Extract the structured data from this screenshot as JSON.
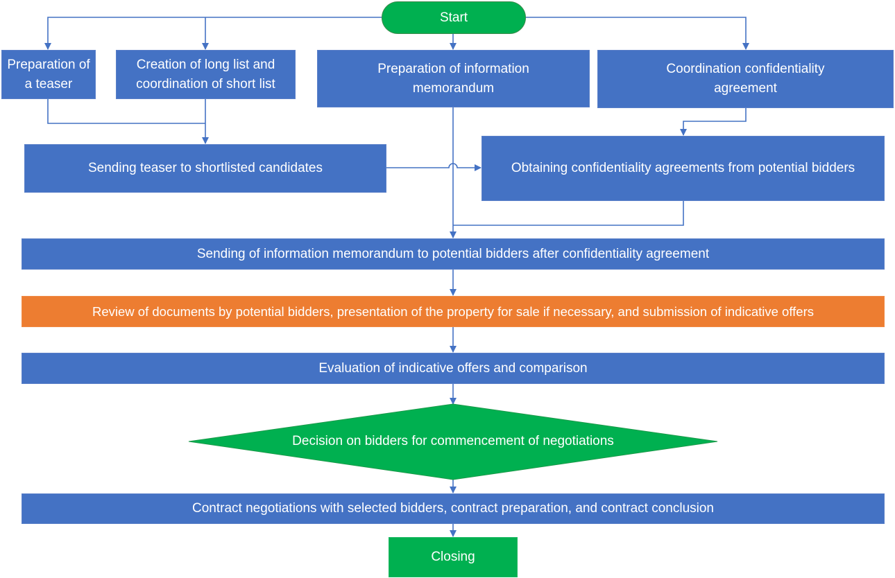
{
  "diagram": {
    "title": "Sales process flowchart",
    "colors": {
      "process": "#4472c4",
      "highlight": "#ed7d31",
      "terminal": "#00b050",
      "connector": "#4472c4",
      "text": "#ffffff"
    },
    "nodes": {
      "start": {
        "label": "Start",
        "shape": "terminal"
      },
      "teaser": {
        "label": "Preparation of a teaser",
        "shape": "process"
      },
      "long_list": {
        "label": "Creation of long list and coordination of short list",
        "shape": "process"
      },
      "info_memo": {
        "label": "Preparation of information memorandum",
        "shape": "process"
      },
      "coord_nda": {
        "label": "Coordination confidentiality agreement",
        "shape": "process"
      },
      "send_teaser": {
        "label": "Sending teaser to shortlisted candidates",
        "shape": "process"
      },
      "obtain_nda": {
        "label": "Obtaining confidentiality agreements from potential bidders",
        "shape": "process"
      },
      "send_memo": {
        "label": "Sending of information memorandum to potential bidders after confidentiality agreement",
        "shape": "process"
      },
      "review": {
        "label": "Review of documents by potential bidders, presentation of the property for sale if necessary, and submission of indicative offers",
        "shape": "process-highlight"
      },
      "evaluation": {
        "label": "Evaluation of indicative offers and comparison",
        "shape": "process"
      },
      "decision": {
        "label": "Decision on bidders for commencement of negotiations",
        "shape": "decision"
      },
      "negotiations": {
        "label": "Contract negotiations with selected bidders, contract preparation, and contract conclusion",
        "shape": "process"
      },
      "closing": {
        "label": "Closing",
        "shape": "terminal-rect"
      }
    },
    "edges": [
      {
        "from": "start",
        "to": "teaser"
      },
      {
        "from": "start",
        "to": "long_list"
      },
      {
        "from": "start",
        "to": "info_memo"
      },
      {
        "from": "start",
        "to": "coord_nda"
      },
      {
        "from": "teaser",
        "to": "send_teaser"
      },
      {
        "from": "long_list",
        "to": "send_teaser"
      },
      {
        "from": "coord_nda",
        "to": "obtain_nda"
      },
      {
        "from": "send_teaser",
        "to": "obtain_nda"
      },
      {
        "from": "info_memo",
        "to": "send_memo"
      },
      {
        "from": "obtain_nda",
        "to": "send_memo"
      },
      {
        "from": "send_memo",
        "to": "review"
      },
      {
        "from": "review",
        "to": "evaluation"
      },
      {
        "from": "evaluation",
        "to": "decision"
      },
      {
        "from": "decision",
        "to": "negotiations"
      },
      {
        "from": "negotiations",
        "to": "closing"
      }
    ]
  }
}
